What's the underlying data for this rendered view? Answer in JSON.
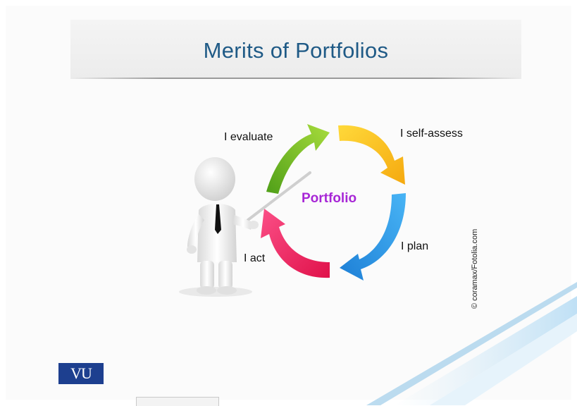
{
  "slide": {
    "title": "Merits of Portfolios",
    "center_label": "Portfolio",
    "labels": {
      "evaluate": "I evaluate",
      "self_assess": "I self-assess",
      "plan": "I plan",
      "act": "I act"
    },
    "credit": "© coramax/Fotolia.com",
    "logo": "VU"
  },
  "colors": {
    "title": "#1f5a86",
    "center_label": "#a726d6",
    "arrow_green": "#7cc42a",
    "arrow_yellow": "#f8c51a",
    "arrow_blue": "#2f9be8",
    "arrow_pink": "#ec2a64",
    "logo_bg": "#1d3f8f"
  }
}
